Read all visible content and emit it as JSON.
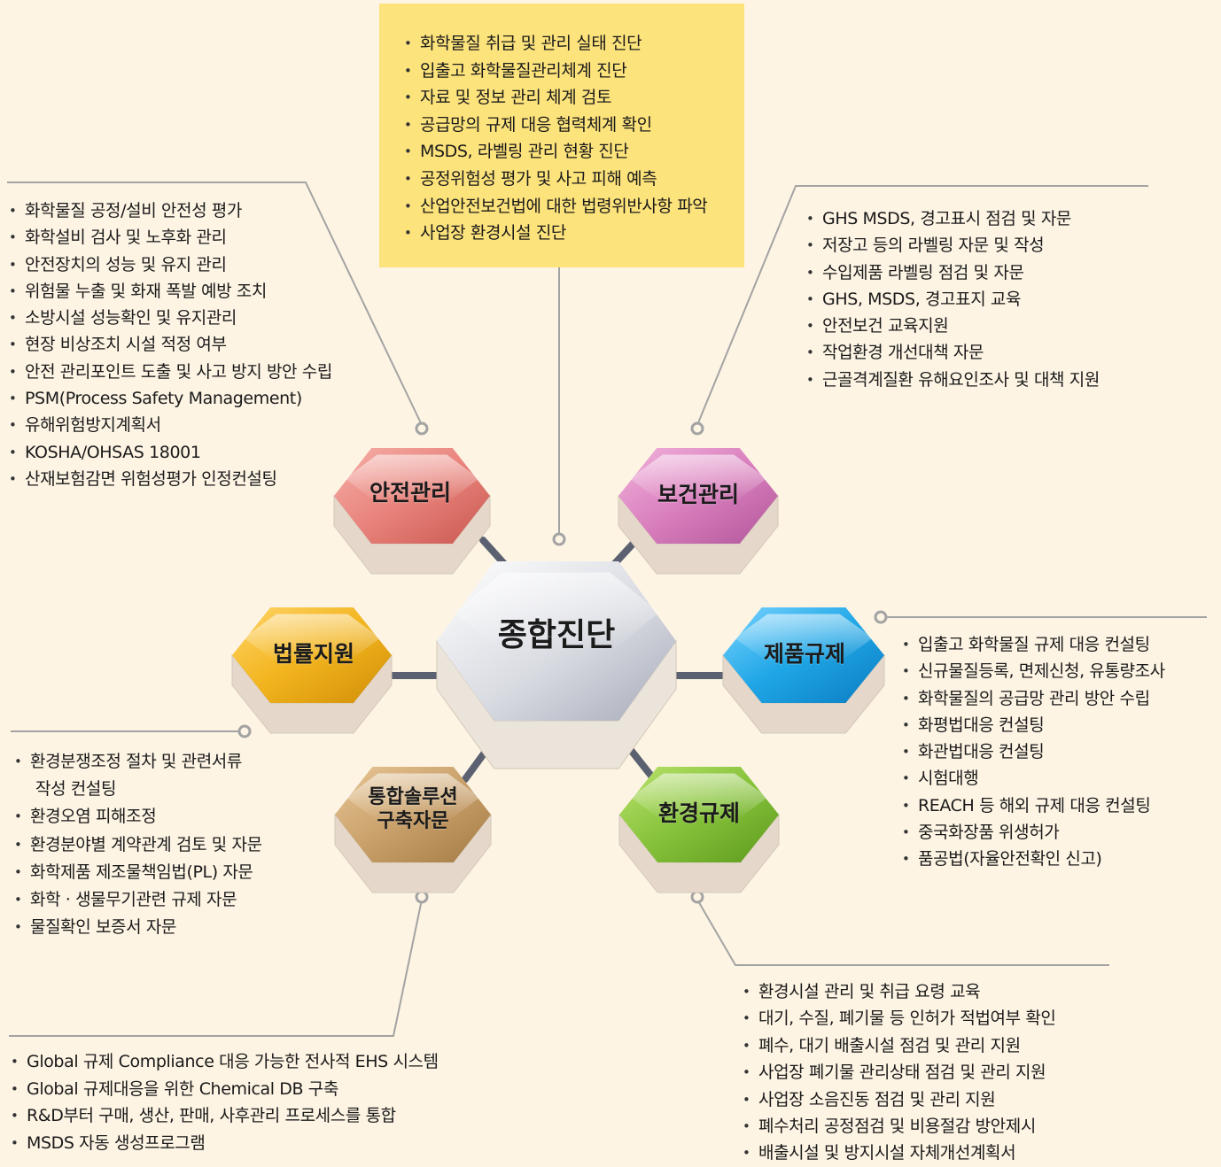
{
  "center": {
    "label": "종합진단",
    "items": [
      "화학물질 취급 및 관리 실태 진단",
      "입출고 화학물질관리체계 진단",
      "자료 및 정보 관리 체계 검토",
      "공급망의 규제 대응 협력체계 확인",
      "MSDS, 라벨링 관리 현황 진단",
      "공정위험성 평가 및 사고 피해 예측",
      "산업안전보건법에 대한 법령위반사항 파악",
      "사업장 환경시설 진단"
    ]
  },
  "safety": {
    "label": "안전관리",
    "color": "#e8837c",
    "items": [
      "화학물질 공정/설비 안전성 평가",
      "화학설비 검사 및 노후화 관리",
      "안전장치의 성능 및 유지 관리",
      "위험물 누출 및 화재 폭발 예방 조치",
      "소방시설 성능확인 및 유지관리",
      "현장 비상조치 시설 적정 여부",
      "안전 관리포인트 도출 및 사고 방지 방안 수립",
      "PSM(Process Safety Management)",
      "유해위험방지계획서",
      "KOSHA/OHSAS 18001",
      "산재보험감면 위험성평가 인정컨설팅"
    ]
  },
  "health": {
    "label": "보건관리",
    "color": "#d97fbd",
    "items": [
      "GHS MSDS, 경고표시 점검 및 자문",
      "저장고 등의 라벨링 자문 및 작성",
      "수입제품 라벨링 점검 및 자문",
      "GHS, MSDS, 경고표지 교육",
      "안전보건 교육지원",
      "작업환경 개선대책 자문",
      "근골격계질환 유해요인조사 및 대책 지원"
    ]
  },
  "product": {
    "label": "제품규제",
    "color": "#1fa6e6",
    "items": [
      "입출고 화학물질 규제 대응 컨설팅",
      "신규물질등록, 면제신청, 유통량조사",
      "화학물질의 공급망 관리 방안 수립",
      "화평법대응 컨설팅",
      "화관법대응 컨설팅",
      "시험대행",
      "REACH 등 해외 규제 대응 컨설팅",
      "중국화장품 위생허가",
      "품공법(자율안전확인 신고)"
    ]
  },
  "legal": {
    "label": "법률지원",
    "color": "#f2b41e",
    "items": [
      "환경분쟁조정 절차 및 관련서류",
      "환경오염 피해조정",
      "환경분야별 계약관계 검토 및 자문",
      "화학제품 제조물책임법(PL) 자문",
      "화학 · 생물무기관련 규제 자문",
      "물질확인 보증서 자문"
    ],
    "item0_cont": "작성 컨설팅"
  },
  "env": {
    "label": "환경규제",
    "color": "#86c23a",
    "items": [
      "환경시설 관리 및 취급 요령 교육",
      "대기, 수질, 폐기물 등 인허가 적법여부 확인",
      "폐수, 대기 배출시설 점검 및 관리 지원",
      "사업장 폐기물 관리상태 점검 및 관리 지원",
      "사업장 소음진동 점검 및 관리 지원",
      "폐수처리 공정점검 및 비용절감 방안제시",
      "배출시설 및 방지시설 자체개선계획서"
    ]
  },
  "integ": {
    "label_line1": "통합솔루션",
    "label_line2": "구축자문",
    "color": "#c9a06a",
    "items": [
      "Global 규제 Compliance 대응 가능한 전사적 EHS 시스템",
      "Global 규제대응을 위한 Chemical DB 구축",
      "R&D부터 구매, 생산, 판매, 사후관리 프로세스를 통합",
      "MSDS 자동 생성프로그램"
    ]
  }
}
